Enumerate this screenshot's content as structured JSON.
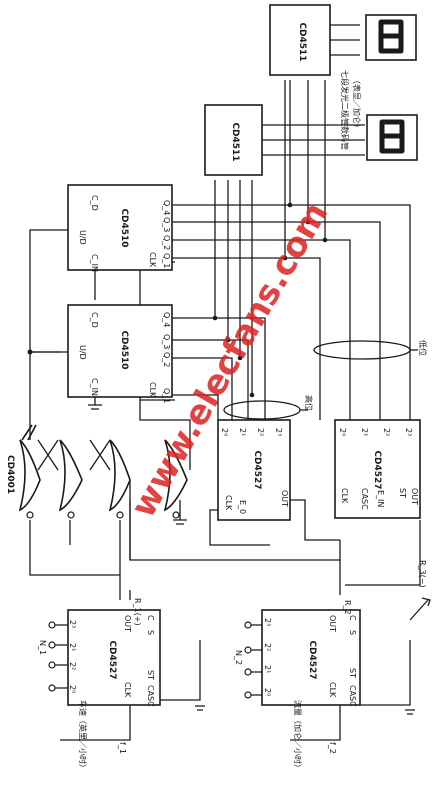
{
  "chips": {
    "cd4511_top": "CD4511",
    "cd4511_mid": "CD4511",
    "cd4510_a": "CD4510",
    "cd4510_b": "CD4510",
    "cd4527_a": "CD4527",
    "cd4527_b": "CD4527",
    "cd4527_n1": "CD4527",
    "cd4527_n2": "CD4527",
    "cd4001": "CD4001"
  },
  "pins": {
    "cd": "C_D",
    "cin": "C_IN",
    "ud": "U/D",
    "clk": "CLK",
    "q1": "Q_1",
    "q2": "Q_2",
    "q3": "Q_3",
    "q4": "Q_4",
    "p2_0": "2⁰",
    "p2_1": "2¹",
    "p2_2": "2²",
    "p2_3": "2³",
    "out": "OUT",
    "casc": "CASC",
    "ein": "E_IN",
    "eo": "E_0",
    "st": "ST",
    "c": "C",
    "s": "S"
  },
  "labels": {
    "display": "七段发光二极管数码管",
    "mode": "（表显／加仑）",
    "high": "高位",
    "low": "低位",
    "n1": "N_1",
    "n2": "N_2",
    "f1": "f_1",
    "f2": "f_2",
    "r1": "R_1(+)",
    "r2": "R_2",
    "r3": "R_3(−)",
    "input1": "车速（英里／小时）",
    "input2": "流量（加仑／小时）"
  },
  "watermark": "www.elecfans.com",
  "colors": {
    "ink": "#1a1a1a",
    "watermark": "#dd2222"
  }
}
